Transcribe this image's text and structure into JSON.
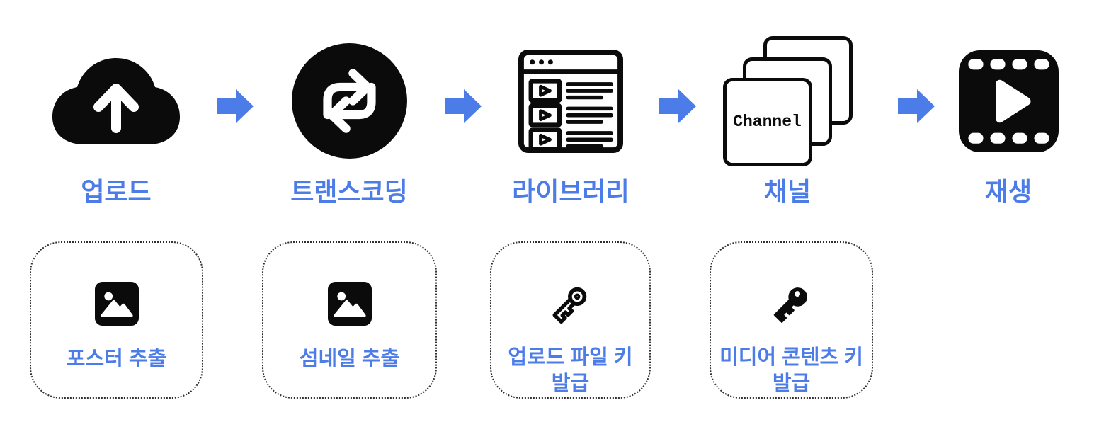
{
  "pipeline": {
    "stages": [
      {
        "id": "upload",
        "label": "업로드"
      },
      {
        "id": "transcoding",
        "label": "트랜스코딩"
      },
      {
        "id": "library",
        "label": "라이브러리"
      },
      {
        "id": "channel",
        "label": "채널",
        "card_text": "Channel"
      },
      {
        "id": "playback",
        "label": "재생"
      }
    ]
  },
  "sub_tasks": [
    {
      "id": "poster-extract",
      "label": "포스터 추출"
    },
    {
      "id": "thumbnail-extract",
      "label": "섬네일 추출"
    },
    {
      "id": "upload-file-key",
      "label": "업로드 파일 키\n발급"
    },
    {
      "id": "media-content-key",
      "label": "미디어 콘텐츠 키\n발급"
    }
  ],
  "colors": {
    "accent_blue": "#4C7CE8",
    "icon_black": "#0B0B0B",
    "dotted_border": "#2F2F2F",
    "background": "#FFFFFF"
  }
}
